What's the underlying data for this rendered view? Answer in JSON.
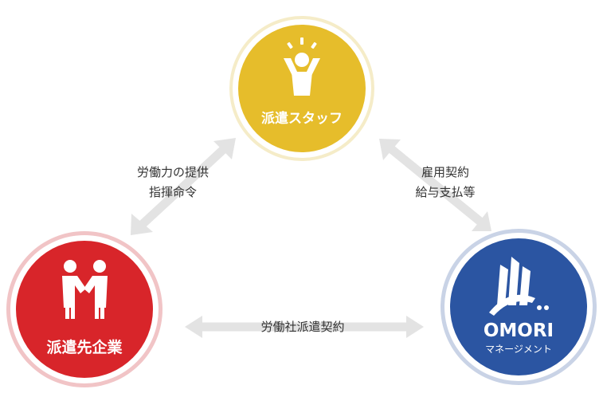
{
  "nodes": {
    "staff": {
      "label": "派遣スタッフ",
      "icon": "cheering-person-icon",
      "color": "#e6bd2b",
      "ring_color": "#f5ecc8"
    },
    "client": {
      "label": "派遣先企業",
      "icon": "handshake-icon",
      "color": "#d8252a",
      "ring_color": "#f1c4c6"
    },
    "omori": {
      "label": "OMORI",
      "sublabel": "マネージメント",
      "icon": "omori-logo-icon",
      "color": "#2b55a2",
      "ring_color": "#c9d3e6"
    }
  },
  "edges": {
    "client_staff": {
      "line1": "労働力の提供",
      "line2": "指揮命令"
    },
    "omori_staff": {
      "line1": "雇用契約",
      "line2": "給与支払等"
    },
    "client_omori": {
      "line1": "労働社派遣契約"
    }
  },
  "colors": {
    "arrow": "#e3e3e3"
  }
}
